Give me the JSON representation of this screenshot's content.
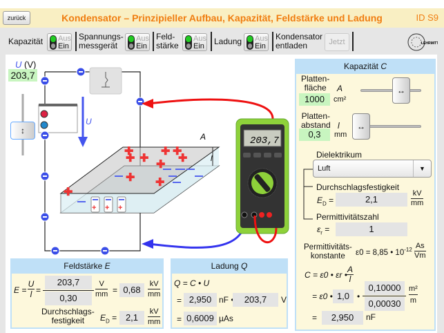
{
  "header": {
    "back": "zurück",
    "title": "Kondensator – Prinzipieller Aufbau, Kapazität, Feldstärke und Ladung",
    "id": "ID S9"
  },
  "toolbar": {
    "toggles": [
      {
        "label1": "Kapazität",
        "label2": ""
      },
      {
        "label1": "Spannungs-",
        "label2": "messgerät"
      },
      {
        "label1": "Feld-",
        "label2": "stärke"
      },
      {
        "label1": "Ladung",
        "label2": ""
      }
    ],
    "aus": "Aus",
    "ein": "Ein",
    "entladen1": "Kondensator",
    "entladen2": "entladen",
    "jetzt": "Jetzt",
    "logo": "EUROPA LEHRMITTEL"
  },
  "voltage": {
    "label_sym": "U",
    "label_unit": "(V)",
    "value": "203,7",
    "arrow_label": "U"
  },
  "diagram": {
    "area_label": "A",
    "distance_label": "l"
  },
  "multimeter": {
    "display": "203,7"
  },
  "kapazitaet": {
    "title": "Kapazität",
    "title_sym": "C",
    "flaeche1": "Platten-",
    "flaeche2": "fläche",
    "flaeche_sym": "A",
    "flaeche_val": "1000",
    "flaeche_unit": "cm²",
    "abstand1": "Platten-",
    "abstand2": "abstand",
    "abstand_sym": "l",
    "abstand_val": "0,3",
    "abstand_unit": "mm",
    "dielektrikum": "Dielektrikum",
    "dielektrikum_val": "Luft",
    "durchschlag": "Durchschlagsfestigkeit",
    "ed_sym": "E",
    "ed_sub": "D",
    "ed_val": "2,1",
    "ed_unit_num": "kV",
    "ed_unit_den": "mm",
    "perm_zahl": "Permittivitätszahl",
    "er_sym": "ε",
    "er_sub": "r",
    "er_val": "1",
    "perm_k1": "Permittivitäts-",
    "perm_k2": "konstante",
    "e0_text": "ε0 = 8,85 • 10",
    "e0_exp": "-12",
    "e0_unit_num": "As",
    "e0_unit_den": "Vm",
    "formula": "C = ε0 • εr •",
    "formula_num": "A",
    "formula_den": "l",
    "line2_pre": "= ε0 •",
    "er_calc": "1,0",
    "a_calc": "0,10000",
    "a_unit": "m²",
    "l_calc": "0,00030",
    "l_unit": "m",
    "result": "2,950",
    "result_unit": "nF"
  },
  "feldstaerke": {
    "title": "Feldstärke",
    "title_sym": "E",
    "formula": "E =",
    "u": "U",
    "l": "l",
    "u_val": "203,7",
    "l_val": "0,30",
    "unit_num": "V",
    "unit_den": "mm",
    "result": "0,68",
    "r_num": "kV",
    "r_den": "mm",
    "ds1": "Durchschlags-",
    "ds2": "festigkeit",
    "ed": "E",
    "ed_sub": "D",
    "ed_val": "2,1",
    "ed_num": "kV",
    "ed_den": "mm"
  },
  "ladung": {
    "title": "Ladung",
    "title_sym": "Q",
    "formula": "Q = C • U",
    "c_val": "2,950",
    "c_unit": "nF •",
    "u_val": "203,7",
    "u_unit": "V",
    "result": "0,6009",
    "result_unit": "µAs"
  }
}
